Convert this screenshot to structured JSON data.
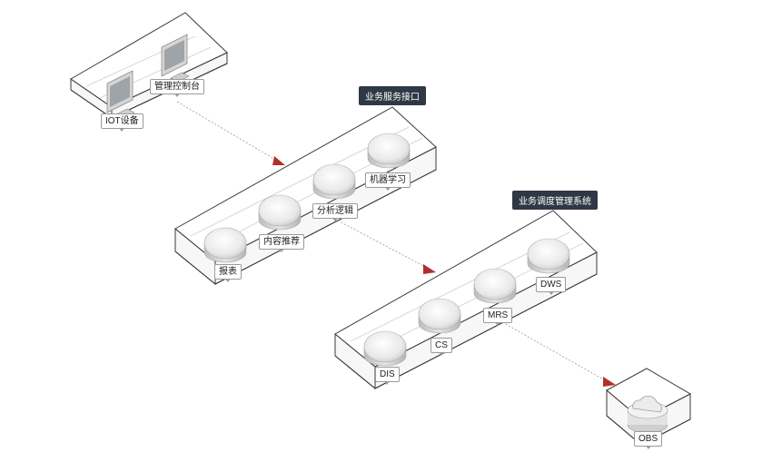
{
  "groups": [
    {
      "title": "",
      "nodes": [
        {
          "label": "管理控制台",
          "kind": "monitor"
        },
        {
          "label": "IOT设备",
          "kind": "monitor"
        }
      ]
    },
    {
      "title": "业务服务接口",
      "nodes": [
        {
          "label": "机器学习",
          "kind": "disk"
        },
        {
          "label": "分析逻辑",
          "kind": "disk"
        },
        {
          "label": "内容推荐",
          "kind": "disk"
        },
        {
          "label": "报表",
          "kind": "disk"
        }
      ]
    },
    {
      "title": "业务调度管理系统",
      "nodes": [
        {
          "label": "DWS",
          "kind": "disk"
        },
        {
          "label": "MRS",
          "kind": "disk"
        },
        {
          "label": "CS",
          "kind": "disk"
        },
        {
          "label": "DIS",
          "kind": "disk"
        }
      ]
    },
    {
      "title": "",
      "nodes": [
        {
          "label": "OBS",
          "kind": "cloud-storage"
        }
      ]
    }
  ],
  "flows": [
    {
      "from": "管理控制台",
      "to": "分析逻辑"
    },
    {
      "from": "分析逻辑",
      "to": "MRS"
    },
    {
      "from": "MRS",
      "to": "OBS"
    }
  ],
  "colors": {
    "tag_bg": "#2f3945",
    "arrow": "#b03030",
    "box_line": "#3a3a3a"
  }
}
